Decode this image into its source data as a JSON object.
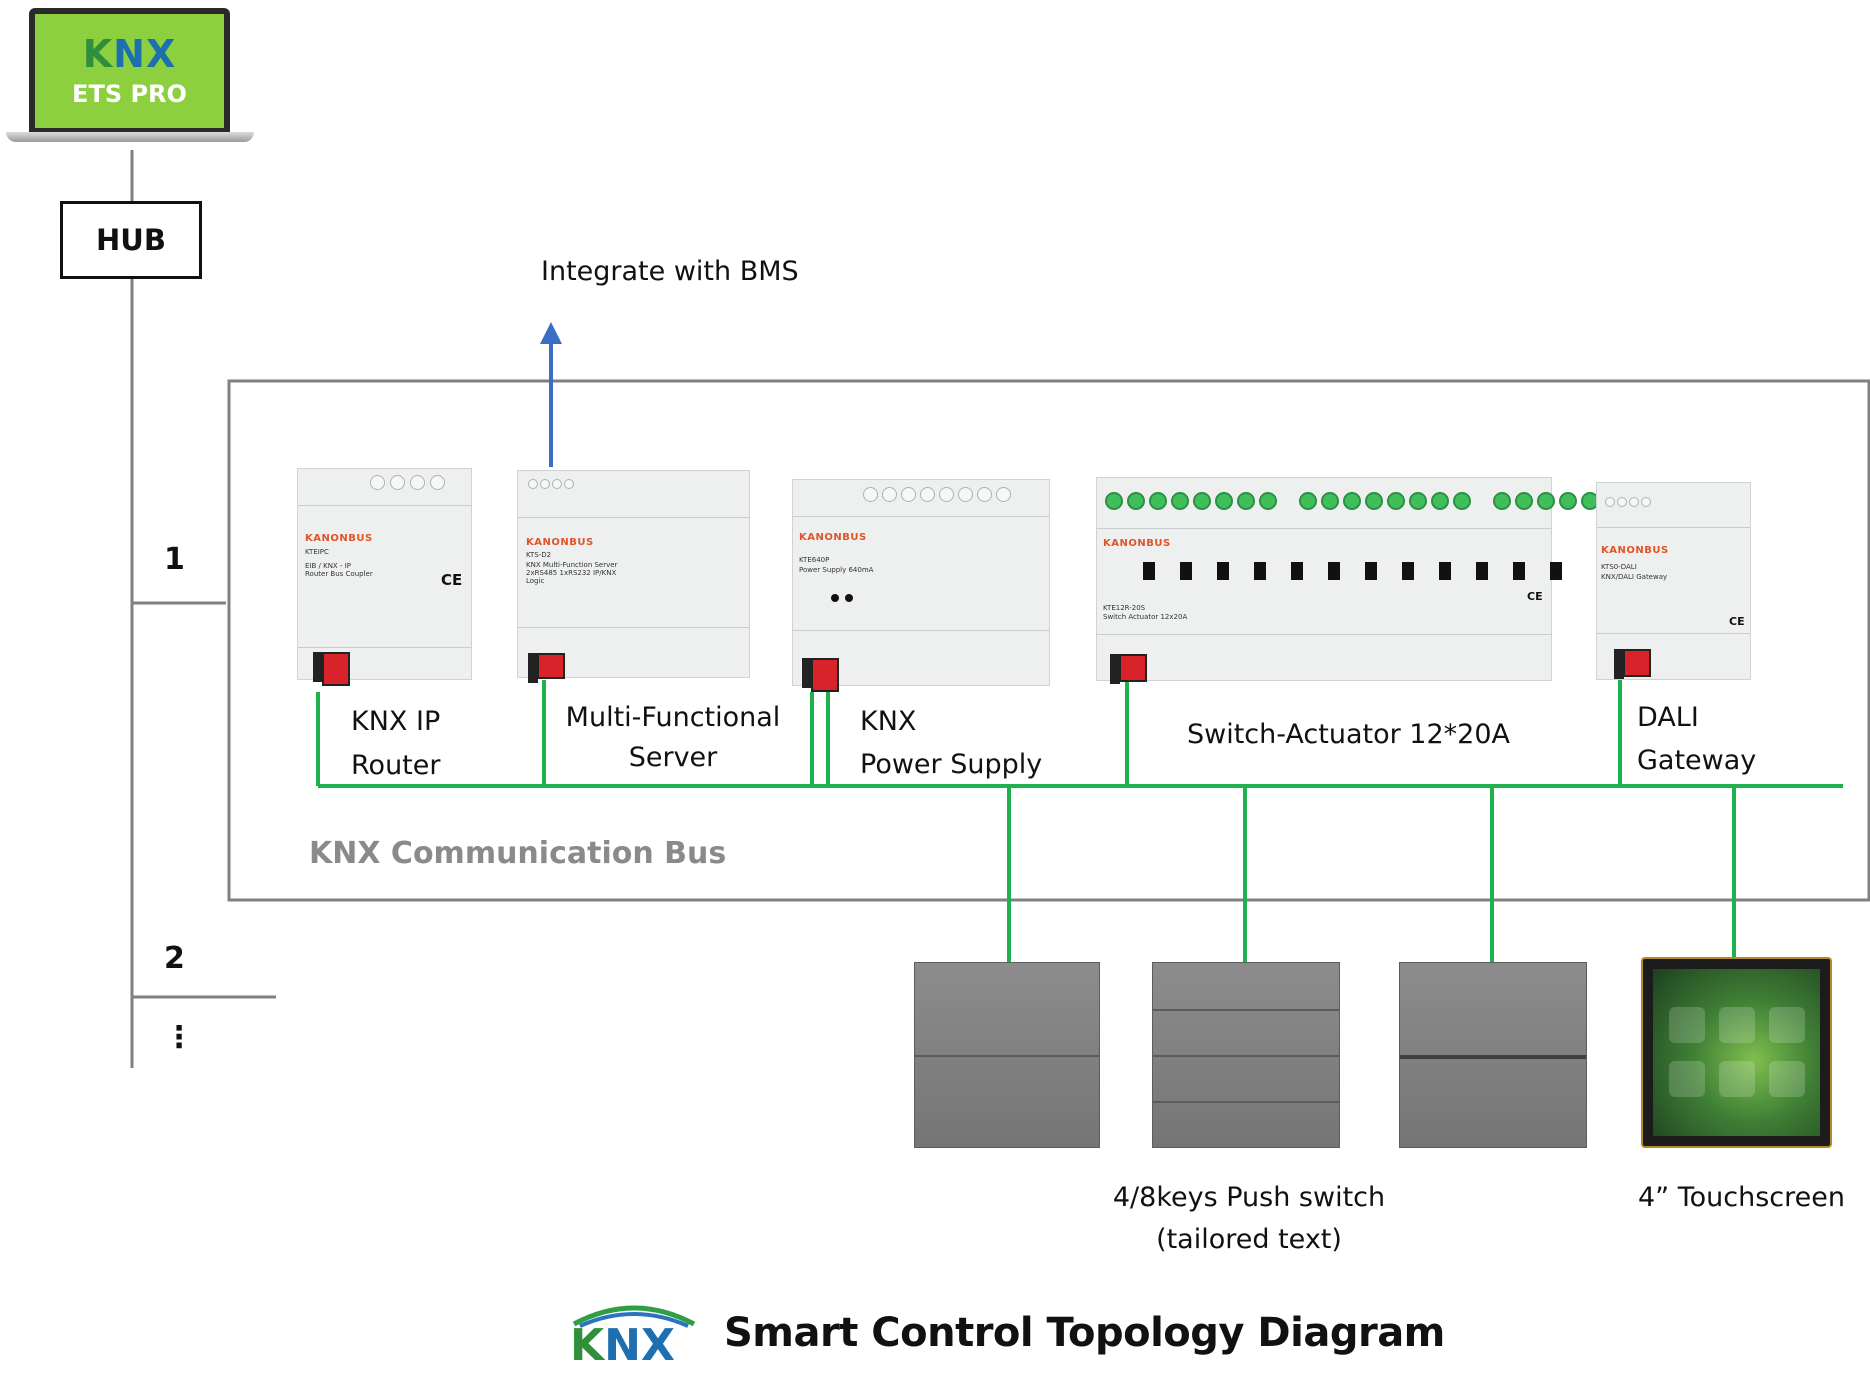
{
  "laptop": {
    "logo": "KNX",
    "subtitle": "ETS PRO"
  },
  "hub": {
    "label": "HUB"
  },
  "lines": [
    "1",
    "2",
    "⋮"
  ],
  "bms": {
    "label": "Integrate with BMS"
  },
  "bus": {
    "label": "KNX Communication Bus"
  },
  "devices": [
    {
      "label_line1": "KNX IP",
      "label_line2": "Router",
      "brand": "KANONBUS",
      "code": "KTEIPC",
      "desc": "EIB / KNX - IP Router Bus Coupler"
    },
    {
      "label_line1": "Multi-Functional",
      "label_line2": "Server",
      "brand": "KANONBUS",
      "code": "KTS-D2",
      "desc": "KNX Multi-Function Server 2xRS485 1xRS232 IP/KNX Logic"
    },
    {
      "label_line1": "KNX",
      "label_line2": "Power Supply",
      "brand": "KANONBUS",
      "code": "KTE640P",
      "desc": "Power Supply 640mA"
    },
    {
      "label_line1": "Switch-Actuator  12*20A",
      "label_line2": "",
      "brand": "KANONBUS",
      "code": "KTE12R-20S",
      "desc": "Switch Actuator 12x20A"
    },
    {
      "label_line1": "DALI",
      "label_line2": "Gateway",
      "brand": "KANONBUS",
      "code": "KTS0-DALI",
      "desc": "KNX/DALI Gateway"
    }
  ],
  "panels": {
    "push_label_line1": "4/8keys  Push  switch",
    "push_label_line2": "(tailored  text)",
    "touch_label": "4” Touchscreen"
  },
  "footer": {
    "logo": "KNX",
    "title": "Smart Control Topology Diagram"
  },
  "colors": {
    "bus": "#1fb14b",
    "arrow": "#3b6fc6",
    "frame": "#808080",
    "brand": "#e0542a"
  }
}
